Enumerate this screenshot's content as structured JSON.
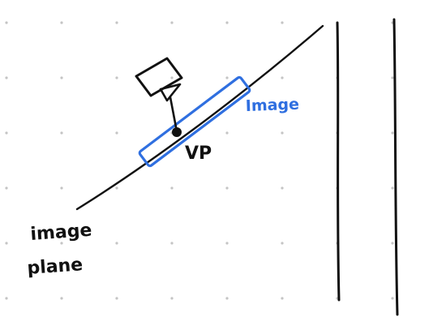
{
  "colors": {
    "background": "#ffffff",
    "ink": "#111111",
    "accent": "#2f6fe0",
    "grid_dot": "#c4c4c4"
  },
  "labels": {
    "image": "Image",
    "vp": "VP",
    "image_plane_line1": "image",
    "image_plane_line2": "plane"
  },
  "icons": {
    "camera": "camera-icon"
  }
}
